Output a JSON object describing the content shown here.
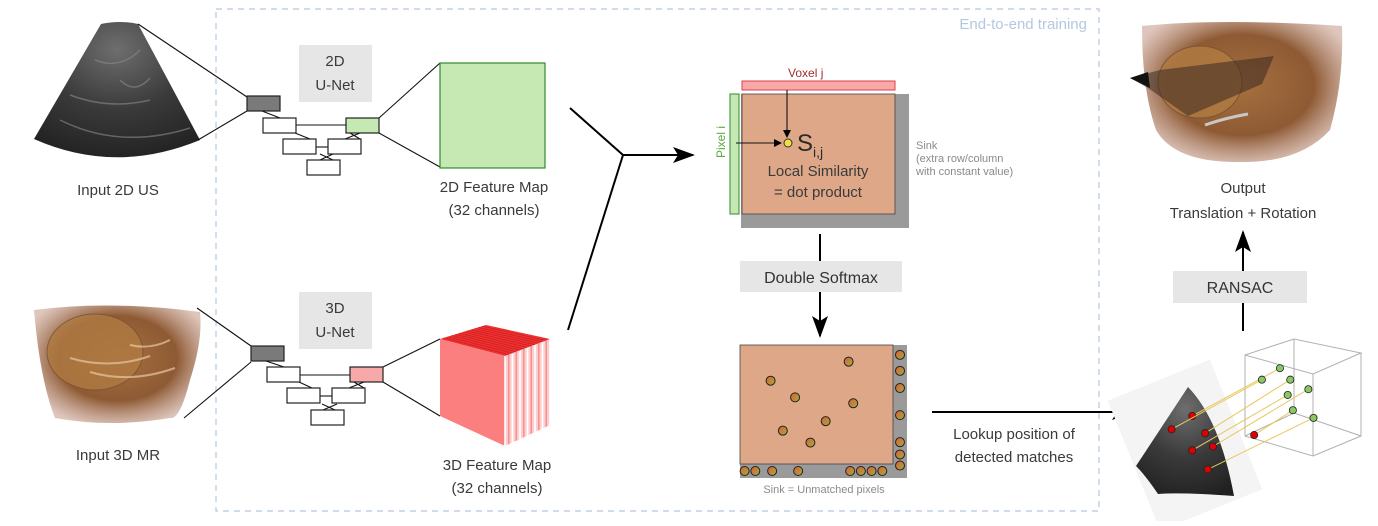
{
  "frame": {
    "label": "End-to-end training",
    "color": "#b4c8e0"
  },
  "inputs": {
    "us": {
      "label": "Input 2D US"
    },
    "mr": {
      "label": "Input 3D MR"
    }
  },
  "networks": {
    "unet2d": {
      "line1": "2D",
      "line2": "U-Net",
      "output_color": "#c6e8b2"
    },
    "unet3d": {
      "line1": "3D",
      "line2": "U-Net",
      "output_color": "#f7a8a8"
    }
  },
  "feature_maps": {
    "map2d": {
      "line1": "2D Feature Map",
      "line2": "(32 channels)",
      "color": "#c6e8b2",
      "border": "#2e8b2e"
    },
    "map3d": {
      "line1": "3D Feature Map",
      "line2": "(32 channels)",
      "front": "#fb7f7f",
      "top": "#ee3030"
    }
  },
  "similarity": {
    "voxel_label": "Voxel j",
    "pixel_label": "Pixel i",
    "symbol": "S",
    "subscript": "i,j",
    "desc_line1": "Local Similarity",
    "desc_line2": "= dot product",
    "sink_line1": "Sink",
    "sink_line2": "(extra row/column",
    "sink_line3": "with constant value)",
    "matrix_color": "#dea888",
    "sink_color": "#9a9a9a"
  },
  "softmax": {
    "label": "Double Softmax"
  },
  "matches": {
    "sink_caption": "Sink = Unmatched pixels",
    "interior_points": [
      [
        0.71,
        0.14
      ],
      [
        0.2,
        0.3
      ],
      [
        0.36,
        0.44
      ],
      [
        0.74,
        0.49
      ],
      [
        0.56,
        0.64
      ],
      [
        0.28,
        0.72
      ],
      [
        0.46,
        0.82
      ]
    ],
    "right_sink_points": [
      0.08,
      0.21,
      0.35,
      0.57,
      0.79,
      0.89,
      0.98
    ],
    "bottom_sink_points": [
      0.03,
      0.1,
      0.21,
      0.38,
      0.72,
      0.79,
      0.86,
      0.93
    ]
  },
  "lookup": {
    "line1": "Lookup position of",
    "line2": "detected matches"
  },
  "ransac": {
    "label": "RANSAC"
  },
  "output": {
    "line1": "Output",
    "line2": "Translation + Rotation"
  },
  "correspondences": {
    "pairs": [
      [
        [
          0.28,
          0.45
        ],
        [
          0.62,
          0.2
        ]
      ],
      [
        [
          0.2,
          0.52
        ],
        [
          0.55,
          0.26
        ]
      ],
      [
        [
          0.33,
          0.54
        ],
        [
          0.66,
          0.26
        ]
      ],
      [
        [
          0.28,
          0.63
        ],
        [
          0.65,
          0.34
        ]
      ],
      [
        [
          0.36,
          0.61
        ],
        [
          0.73,
          0.31
        ]
      ],
      [
        [
          0.52,
          0.55
        ],
        [
          0.67,
          0.42
        ]
      ],
      [
        [
          0.34,
          0.73
        ],
        [
          0.75,
          0.46
        ]
      ]
    ]
  }
}
